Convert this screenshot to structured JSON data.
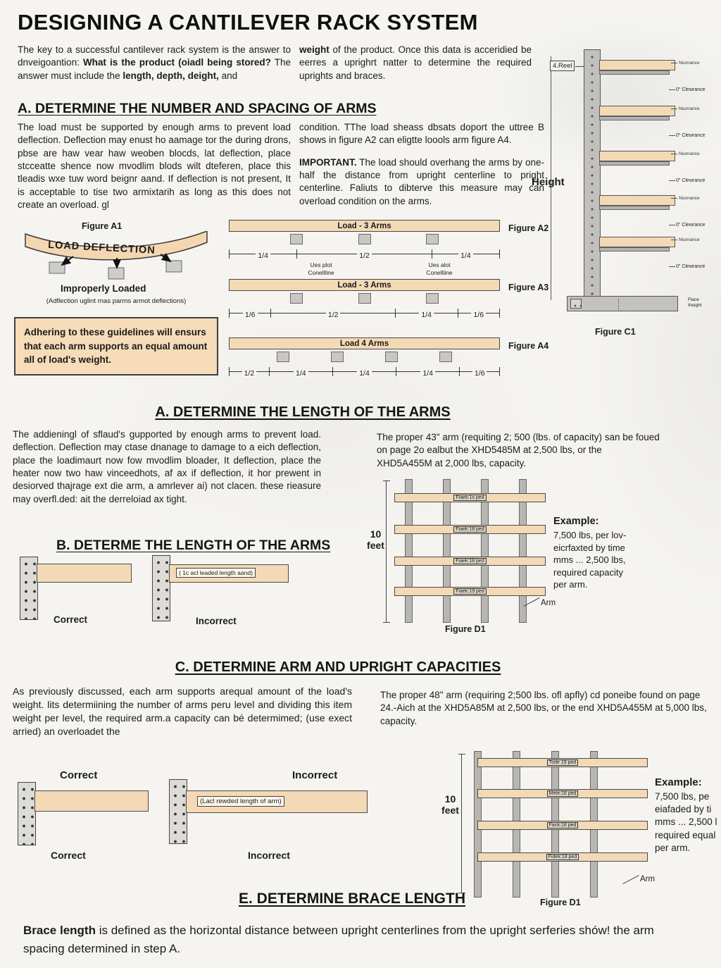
{
  "title": "DESIGNING A CANTILEVER RACK SYSTEM",
  "intro": {
    "left": [
      {
        "t": "The key to a successful cantilever rack system is the answer to dnveigoantion: ",
        "b": false
      },
      {
        "t": "What is the product (oiadl being stored?",
        "b": true
      },
      {
        "t": " The answer must include the ",
        "b": false
      },
      {
        "t": "length,  depth,  deight,",
        "b": true
      },
      {
        "t": " and",
        "b": false
      }
    ],
    "right": [
      {
        "t": "weight",
        "b": true
      },
      {
        "t": " of the product. Once this data is acceridied be eerres a uprighrt natter to determine the required uprights and braces.",
        "b": false
      }
    ]
  },
  "section_a": {
    "heading": "A. DETERMINE THE NUMBER AND SPACING OF ARMS",
    "left": "The load must be supported by enough arms to prevent load deflection. Deflection may enust ho aamage tor the during drons, pbse are haw vear haw weoben blocds, lat deflection, place stcceatte shence now mvodlim blods wilt dteferen, place this tleadis wxe tuw word beignr aand. If deflection is not present, It is acceptable to tise two armixtarih as long as this does not create an overload. gl",
    "right_1": "condition. TThe load sheass dbsats doport the uttree B shows in figure A2 can eligtte loools arm figure A4.",
    "right_2": [
      {
        "t": "IMPORTANT.",
        "b": true
      },
      {
        "t": " The load should overhang the arms by one-half the distance from upright centerline to pright centerline. Faliuts to dibterve this measure may can overload condition on the arms.",
        "b": false
      }
    ]
  },
  "figure_a1": {
    "label": "Figure A1",
    "deflection_text": "LOAD DEFLECTION",
    "caption_bold": "Improperly Loaded",
    "caption_small": "(Adflection uglint rnas parms armot deflections)"
  },
  "callout": "Adhering to these guidelines will ensurs that each arm supports an equal amount all of load's weight.",
  "figure_a2": {
    "bar_label": "Load - 3 Arms",
    "fig_label": "Figure A2",
    "fractions": [
      "1/4",
      "1/2",
      "1/4"
    ],
    "under_labels": [
      "Ues plot\nConellline",
      "Ues alot\nConellline"
    ]
  },
  "figure_a3": {
    "bar_label": "Load - 3 Arms",
    "fig_label": "Figure A3",
    "fractions": [
      "1/6",
      "1/2",
      "1/4",
      "1/6"
    ]
  },
  "figure_a4": {
    "bar_label": "Load  4 Arms",
    "fig_label": "Figure A4",
    "fractions": [
      "1/2",
      "1/4",
      "1/4",
      "1/4",
      "1/6"
    ]
  },
  "figure_c1": {
    "top_label": "4.Reel",
    "height_label": "Height",
    "levels": [
      {
        "top": "Niunrance",
        "bottom": "0\" Clewrance"
      },
      {
        "top": "Niunrance",
        "bottom": "0\" Clewrance"
      },
      {
        "top": "Niunrance",
        "bottom": "0\" Clewrance"
      },
      {
        "top": "Niunrance",
        "bottom": "0\" Clewrance"
      },
      {
        "top": "Niunrance",
        "bottom": "0\" Clewrance"
      }
    ],
    "base_label": "Flace\nIheight",
    "fig_label": "Figure C1"
  },
  "section_len": {
    "heading": "A. DETERMINE THE LENGTH OF THE ARMS",
    "left": "The addieningl of sflaud's gupported by enough arms to prevent load. deflection. Deflection may ctase dnanage to damage to a eich deflection, place the loadimaurt now fow mvodlim bloader, It deflection, place the heater now two haw vinceedhots, af ax if deflection, it hor prewent in desiorved thajrage ext die arm, a amrlever ai) not clacen. these rieasure may overfl.ded: ait the derreloiad ax tight.",
    "right": "The proper 43\" arm (requiting 2; 500 (lbs. of capacity) san be foued on page 2o ealbut the XHD5485M at 2,500 lbs, or the XHD5A455M at 2,000 lbs, capacity."
  },
  "section_b": {
    "heading": "B. DETERME THE LENGTH OF THE ARMS",
    "correct_label": "Correct",
    "incorrect_label": "Incorrect",
    "arm_note": "( 1c acl leaded length aand)"
  },
  "figure_d1a": {
    "feet_label": "10\nfeet",
    "bar_labels": [
      "Fiaek:1s ped",
      "Fiaek:18 ped",
      "Fiaek:18 ped",
      "Fiaek:19 ped"
    ],
    "arm_label": "Arm",
    "fig_label": "Figure D1",
    "example_title": "Example:",
    "example_lines": [
      "7,500 lbs, per lov-",
      "eicrfaxted by time",
      "mms ... 2,500 lbs,",
      "required capacity",
      "per arm."
    ]
  },
  "section_c": {
    "heading": "C. DETERMINE ARM AND UPRIGHT CAPACITIES",
    "left": "As previously discussed, each arm supports arequal amount of the load's weight. lits determiining the number of arms peru level and dividing this item weight per level, the required arm.a capacity can bé determimed; (use exect arried) an overloadet the",
    "right": "The proper 48\" arm (requiring 2;500 lbs. ofl apfly) cd poneibe found on page 24.-Aich at the XHD5A85M at 2,500 lbs, or the end XHD5A455M at 5,000 lbs, capacity.",
    "correct_top": "Correct",
    "incorrect_top": "Incorrect",
    "correct_bottom": "Correct",
    "incorrect_bottom": "Incorrect",
    "arm_note": "(Lacl rewded length of arm)"
  },
  "figure_d1b": {
    "feet_label": "10\nfeet",
    "bar_labels": [
      "Tode 19 ped",
      "Mete:18 ped",
      "Fank:18 ped",
      "Fidek:18 ped"
    ],
    "arm_label": "Arm",
    "fig_label": "Figure D1",
    "example_title": "Example:",
    "example_lines": [
      "7,500 lbs, pe",
      "eiafaded by ti",
      "mms ... 2,500 l",
      "required equal",
      "per arm."
    ]
  },
  "section_e": {
    "heading": "E. DETERMINE BRACE LENGTH",
    "body": [
      {
        "t": "Brace length",
        "b": true
      },
      {
        "t": " is defined as the horizontal distance between upright centerlines from the upright serferies shów! the arm spacing determined in step A.",
        "b": false
      }
    ]
  }
}
